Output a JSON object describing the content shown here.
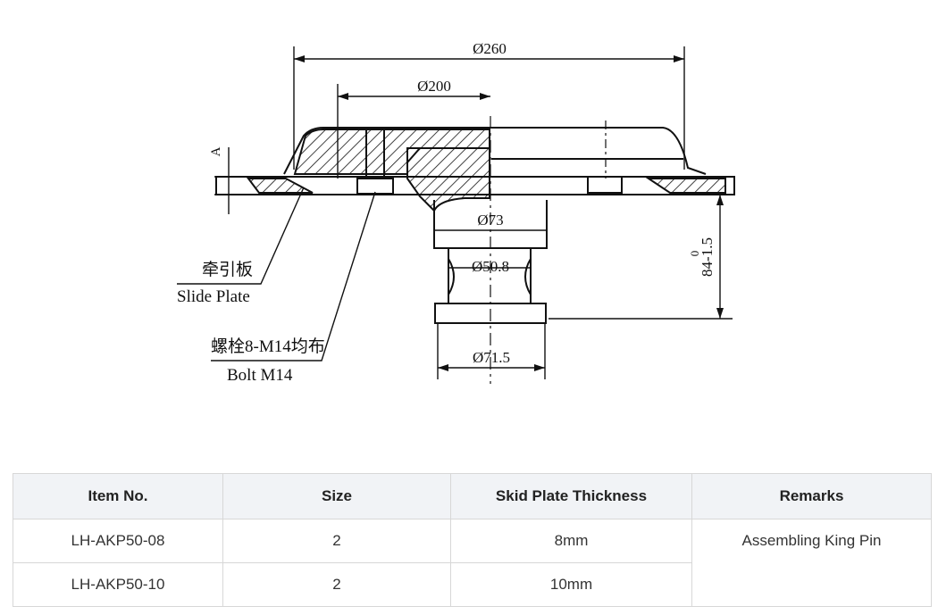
{
  "drawing": {
    "dimensions": {
      "overall_diameter": "Ø260",
      "bolt_circle_diameter": "Ø200",
      "pin_upper_diameter": "Ø73",
      "pin_neck_diameter": "Ø50.8",
      "pin_bottom_diameter": "Ø71.5",
      "pin_length": "84-1.5",
      "pin_length_upper_tol": "0",
      "plate_thickness_symbol": "A"
    },
    "callouts": {
      "slide_plate_cn": "牵引板",
      "slide_plate_en": "Slide Plate",
      "bolt_cn": "螺栓8-M14均布",
      "bolt_en": "Bolt M14"
    }
  },
  "table": {
    "headers": [
      "Item No.",
      "Size",
      "Skid Plate Thickness",
      "Remarks"
    ],
    "rows": [
      {
        "item_no": "LH-AKP50-08",
        "size": "2",
        "thickness": "8mm"
      },
      {
        "item_no": "LH-AKP50-10",
        "size": "2",
        "thickness": "10mm"
      }
    ],
    "remarks": "Assembling King Pin"
  }
}
